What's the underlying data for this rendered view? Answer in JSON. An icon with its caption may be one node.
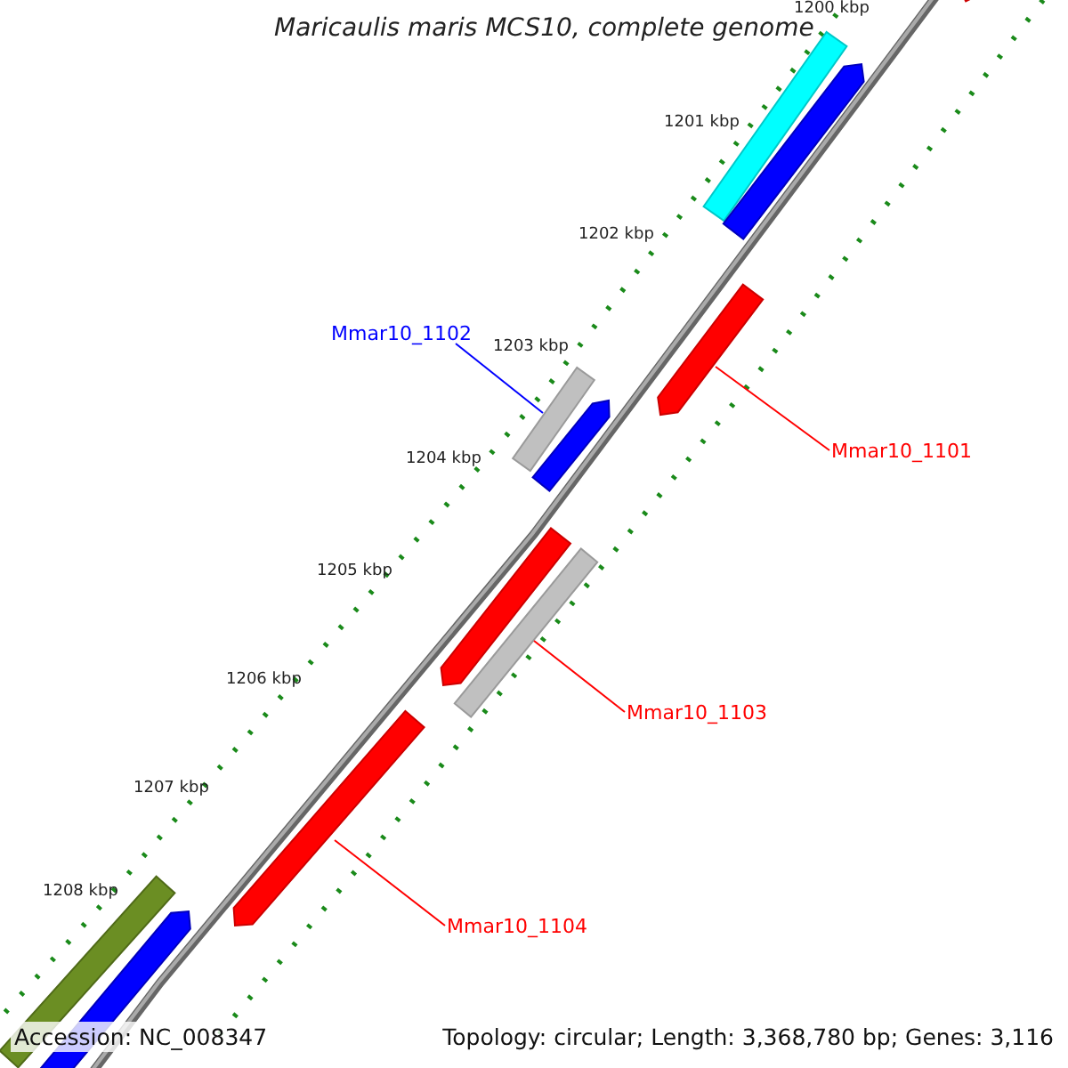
{
  "diagram": {
    "title": "Maricaulis maris MCS10, complete genome",
    "nodes": [
      {
        "text": [
          "Mmar10_1102"
        ]
      },
      {
        "text": [],
        "shape": "bar"
      },
      {
        "text": [
          "Mmar10_1101"
        ]
      },
      {
        "text": [],
        "shape": "bar"
      },
      {
        "text": [
          "Mmar10_1103"
        ]
      },
      {
        "text": [],
        "shape": "bar"
      },
      {
        "text": [
          "Mmar10_1104"
        ]
      },
      {
        "text": [],
        "shape": "bar"
      }
    ],
    "edges": [
      {
        "from": 0,
        "to": 1,
        "arrow": "none",
        "color": "#0000ff"
      },
      {
        "from": 2,
        "to": 3,
        "arrow": "none"
      },
      {
        "from": 4,
        "to": 5,
        "arrow": "none"
      },
      {
        "from": 6,
        "to": 7,
        "arrow": "none"
      }
    ],
    "labels": [
      "1200 kbp",
      "1201 kbp",
      "1202 kbp",
      "1203 kbp",
      "1204 kbp",
      "1205 kbp",
      "1206 kbp",
      "1207 kbp",
      "1208 kbp",
      "Accession: NC_008347",
      "Topology: circular; Length: 3,368,780 bp; Genes: 3,116"
    ]
  }
}
